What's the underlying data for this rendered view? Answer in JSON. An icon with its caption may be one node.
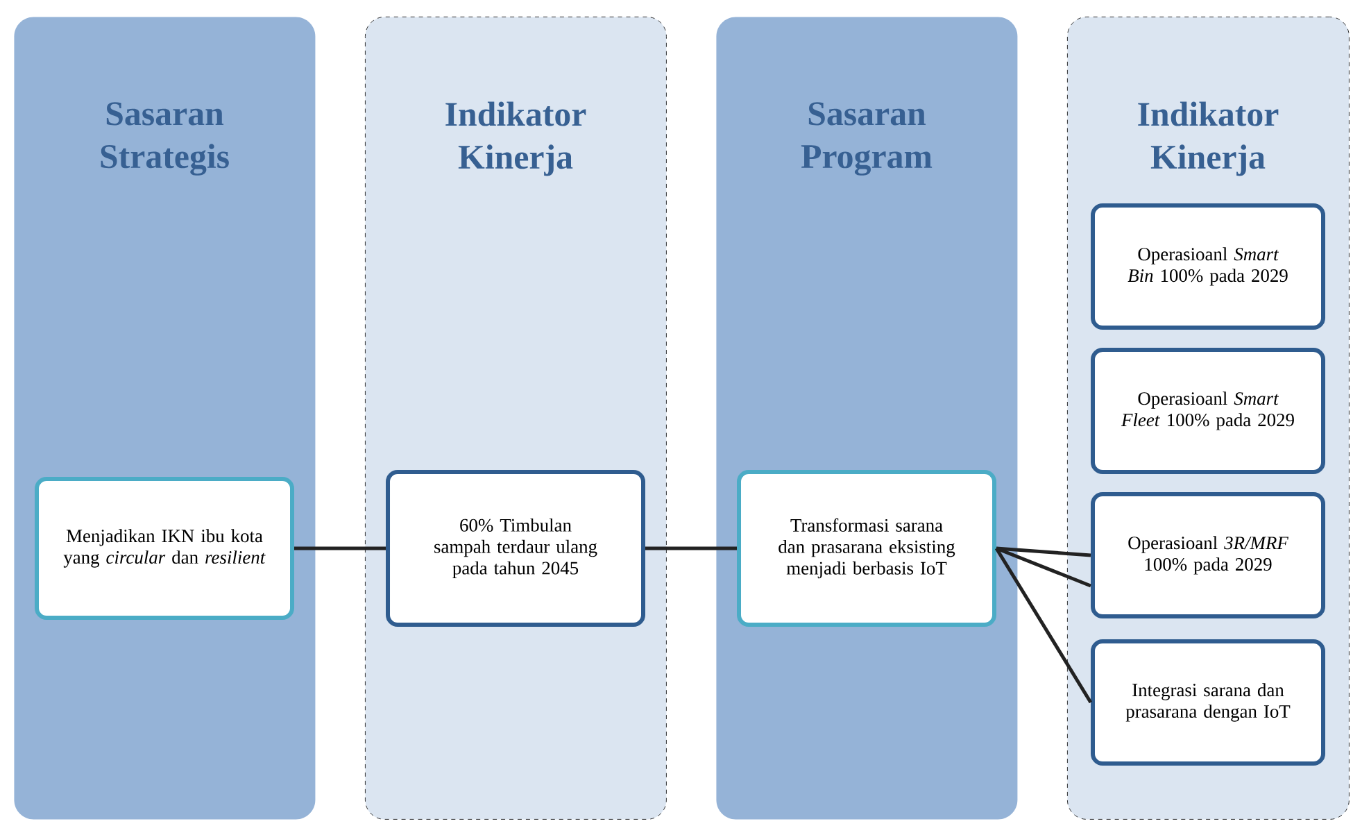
{
  "diagram": {
    "nodes": [
      {
        "text": [
          "Sasaran Strategis"
        ]
      },
      {
        "text": [
          "Indikator Kinerja"
        ]
      },
      {
        "text": [
          "Sasaran Program"
        ]
      },
      {
        "text": [
          "Indikator Kinerja"
        ]
      },
      {
        "text": [
          "Menjadikan IKN ibu kota yang *circular* dan *resilient*"
        ],
        "in": 0
      },
      {
        "text": [
          "60% Timbulan sampah terdaur ulang pada tahun 2045"
        ],
        "in": 1
      },
      {
        "text": [
          "Transformasi sarana dan prasarana eksisting menjadi berbasis IoT"
        ],
        "in": 2
      },
      {
        "text": [
          "Operasioanl *Smart Bin* 100% pada 2029"
        ],
        "in": 3
      },
      {
        "text": [
          "Operasioanl *Smart Fleet* 100% pada 2029"
        ],
        "in": 3
      },
      {
        "text": [
          "Operasioanl *3R/MRF* 100% pada 2029"
        ],
        "in": 3
      },
      {
        "text": [
          "Integrasi sarana dan prasarana dengan IoT"
        ],
        "in": 3
      }
    ],
    "edges": [
      {
        "from": 4,
        "to": 5,
        "arrow": "none"
      },
      {
        "from": 5,
        "to": 6,
        "arrow": "none"
      },
      {
        "from": 6,
        "to": 9,
        "arrow": "none"
      },
      {
        "from": 6,
        "to": 9,
        "arrow": "none"
      },
      {
        "from": 6,
        "to": 10,
        "arrow": "none"
      }
    ]
  }
}
